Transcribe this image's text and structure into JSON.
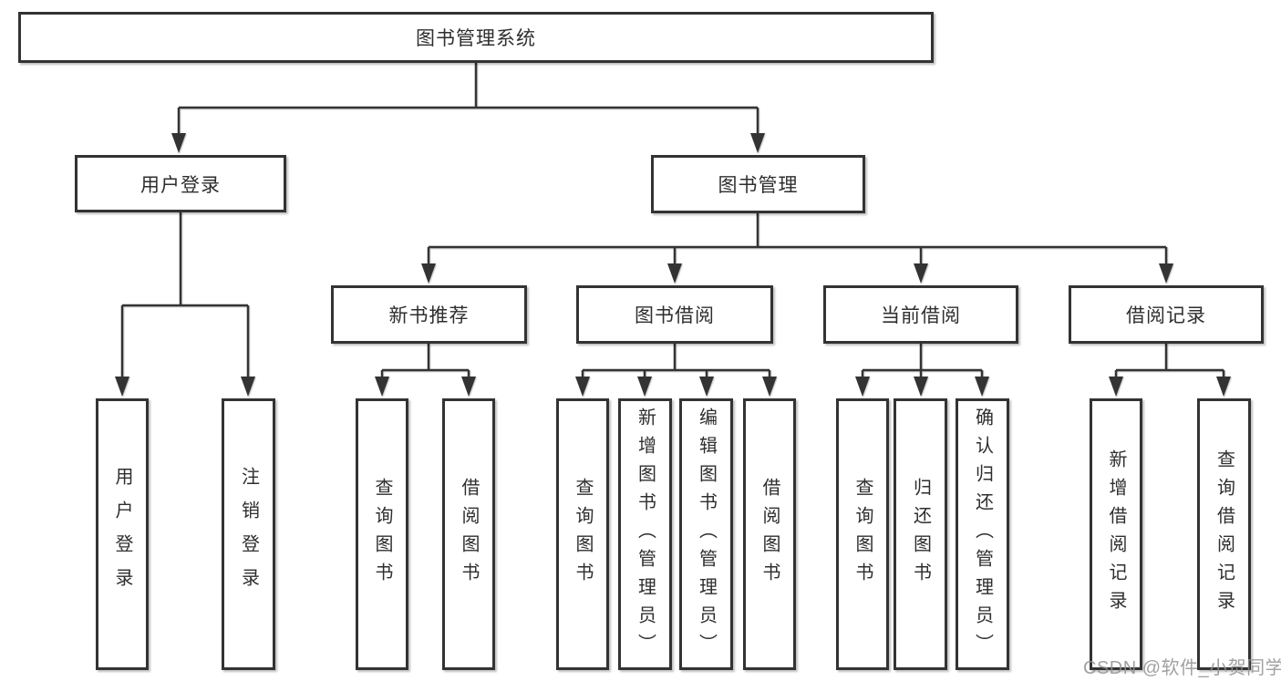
{
  "diagram_type": "hierarchy",
  "root": {
    "label": "图书管理系统"
  },
  "branches": [
    {
      "label": "用户登录",
      "children": [
        {
          "label": "用户登录"
        },
        {
          "label": "注销登录"
        }
      ]
    },
    {
      "label": "图书管理",
      "children": [
        {
          "label": "新书推荐",
          "children": [
            {
              "label": "查询图书"
            },
            {
              "label": "借阅图书"
            }
          ]
        },
        {
          "label": "图书借阅",
          "children": [
            {
              "label": "查询图书"
            },
            {
              "label": "新增图书（管理员）"
            },
            {
              "label": "编辑图书（管理员）"
            },
            {
              "label": "借阅图书"
            }
          ]
        },
        {
          "label": "当前借阅",
          "children": [
            {
              "label": "查询图书"
            },
            {
              "label": "归还图书"
            },
            {
              "label": "确认归还（管理员）"
            }
          ]
        },
        {
          "label": "借阅记录",
          "children": [
            {
              "label": "新增借阅记录"
            },
            {
              "label": "查询借阅记录"
            }
          ]
        }
      ]
    }
  ],
  "colors": {
    "line": "#333333",
    "box_border": "#333333",
    "background": "#ffffff",
    "watermark": "#919191"
  },
  "watermark": "CSDN @软件_小贺同学"
}
